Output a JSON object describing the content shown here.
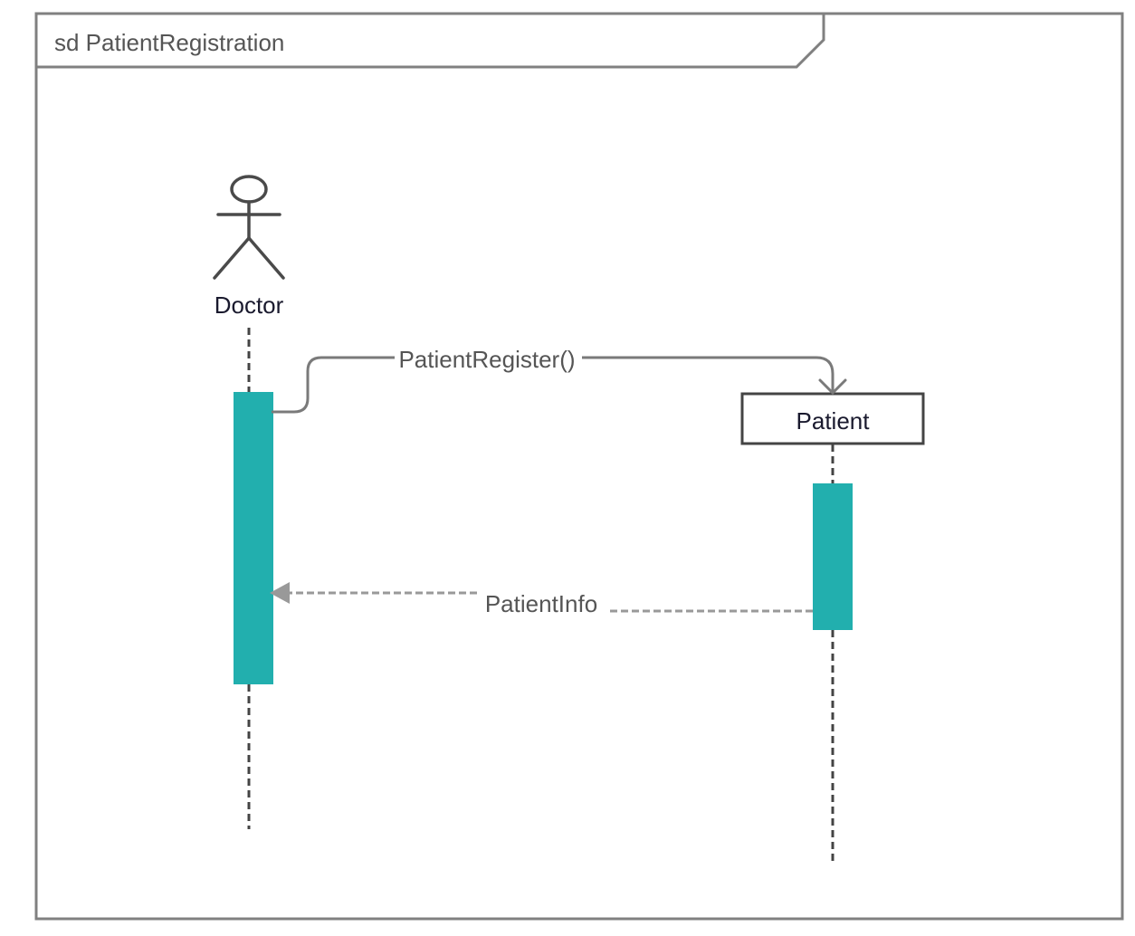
{
  "frame": {
    "title": "sd PatientRegistration"
  },
  "lifelines": {
    "actor": {
      "name": "Doctor",
      "icon": "stick-figure-icon"
    },
    "object": {
      "name": "Patient"
    }
  },
  "messages": {
    "request": {
      "label": "PatientRegister()",
      "kind": "synchronous"
    },
    "reply": {
      "label": "PatientInfo",
      "kind": "return"
    }
  },
  "colors": {
    "frame_border": "#808080",
    "activation_fill": "#22afae",
    "lifeline": "#444444",
    "message_line": "#7a7a7a",
    "reply_line": "#999999",
    "text_dark": "#1a1a2e",
    "text_label": "#555555"
  }
}
